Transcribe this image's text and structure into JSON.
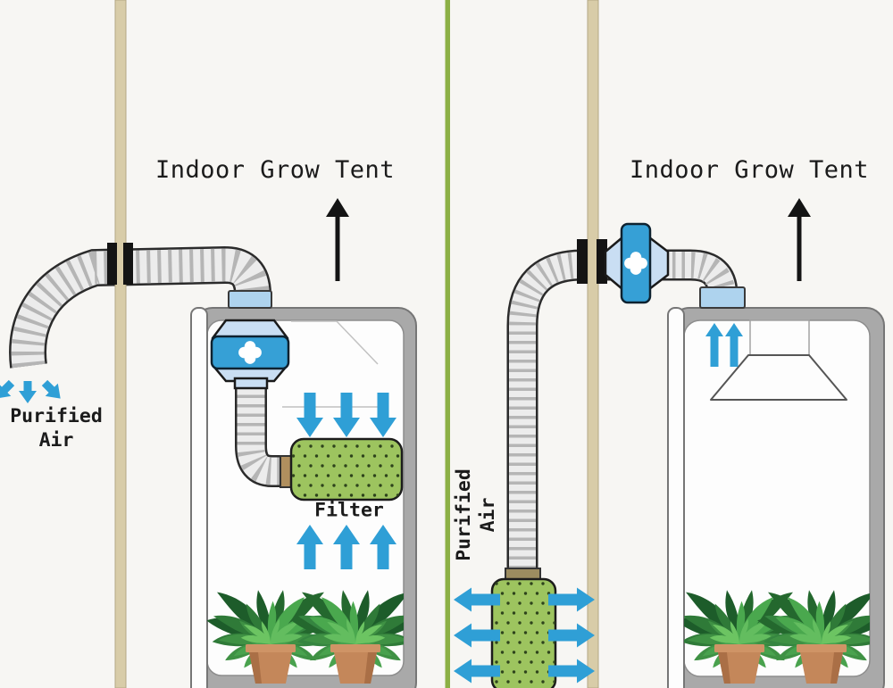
{
  "panels": {
    "left": {
      "title": "Indoor Grow Tent",
      "purified_air_label": "Purified Air",
      "filter_label": "Filter",
      "layout_note_visible_elements": "fan and carbon filter hang inside tent; duct exhausts through wall"
    },
    "right": {
      "title": "Indoor Grow Tent",
      "purified_air_label": "Purified Air",
      "layout_note_visible_elements": "inline fan on duct outside tent; carbon filter at duct outlet; light hood inside tent"
    }
  },
  "icons": {
    "fan_icon": "white 4-blade pinwheel in blue housing",
    "airflow_up_arrow_icon": "▲ black exhaust-direction arrow",
    "blue_flow_arrow_icon": "➜ blue airflow arrow",
    "purified_air_spread_icon": "↙ ↓ ↘ blue arrows at duct outlet",
    "filter_icon": "green perforated carbon filter",
    "duct_icon": "gray corrugated flex duct",
    "plant_icon": "potted leafy plant",
    "grow_light_icon": "trapezoid light hood"
  },
  "colors": {
    "arrow_blue": "#2f9fd6",
    "fan_blue": "#36a0d6",
    "hex_blue": "#c9def3",
    "flange_blue": "#aed3ee",
    "filter_green": "#9dc45f",
    "divider_green": "#8cb045",
    "pole_tan": "#d8cca8",
    "tent_gray": "#a9a9a9",
    "plant_green": "#3f9144",
    "pot_terracotta": "#c4875a",
    "text_black": "#1b1b1b"
  }
}
